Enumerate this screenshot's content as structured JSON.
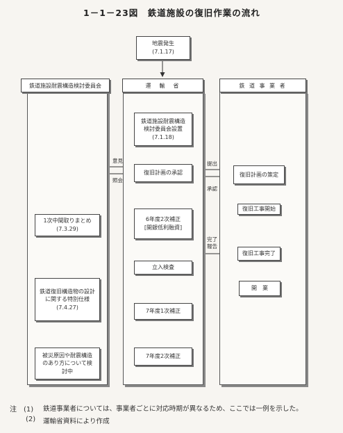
{
  "title": "1－1－23図　鉄道施設の復旧作業の流れ",
  "start": "地震発生\n(7.1.17)",
  "columns": {
    "left": "鉄道施設耐震構造検討委員会",
    "middle": "運　輸　省",
    "right": "鉄 道 事 業 者"
  },
  "left_boxes": {
    "interim": "1次中間取りまとめ\n(7.3.29)",
    "spec": "鉄道復旧構造物の設計\nに関する特別仕様\n(7.4.27)",
    "study": "被災原因や耐震構造\nのあり方について検\n討中"
  },
  "middle_boxes": {
    "committee": "鉄道施設耐震構造\n検討委員会設置\n(7.1.18)",
    "approval": "復旧計画の承認",
    "budget6": "6年度2次補正\n[開銀低利融資]",
    "inspection": "立入検査",
    "budget7a": "7年度1次補正",
    "budget7b": "7年度2次補正"
  },
  "right_boxes": {
    "plan": "復旧計画の策定",
    "start_work": "復旧工事開始",
    "complete": "復旧工事完了",
    "open": "開　業"
  },
  "arrow_labels": {
    "opinion": "意見",
    "consult": "照会",
    "submit": "提出",
    "approve": "承認",
    "report": "完了\n報告"
  },
  "notes": {
    "n1_mark": "注　(1)",
    "n1_text": "鉄道事業者については、事業者ごとに対応時期が異なるため、ここでは一例を示した。",
    "n2_mark": "(2)",
    "n2_text": "運輸省資料により作成"
  }
}
